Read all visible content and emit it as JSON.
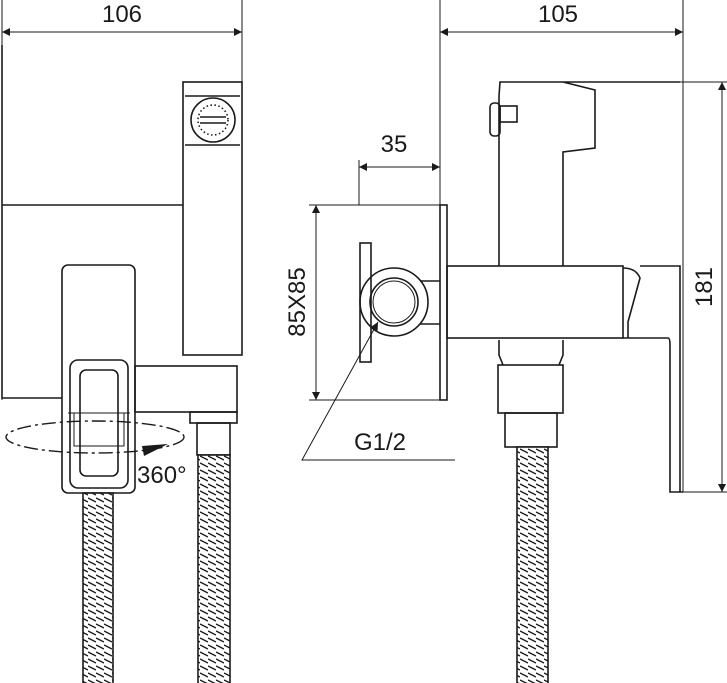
{
  "title": "Hygienic shower mixer technical drawing",
  "dimensions": {
    "front_width": "106",
    "side_depth": "105",
    "wall_offset": "35",
    "plate_size": "85X85",
    "height": "181",
    "thread": "G1/2",
    "rotation": "360°"
  }
}
